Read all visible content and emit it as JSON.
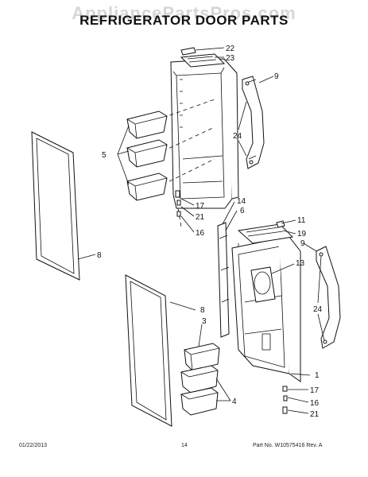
{
  "watermark": "AppliancePartsPros.com",
  "title": "REFRIGERATOR DOOR PARTS",
  "callouts": {
    "c22": "22",
    "c23": "23",
    "c9a": "9",
    "c24a": "24",
    "c5": "5",
    "c17a": "17",
    "c21a": "21",
    "c16a": "16",
    "c14": "14",
    "c6": "6",
    "c11": "11",
    "c19": "19",
    "c9b": "9",
    "c13": "13",
    "c8a": "8",
    "c8b": "8",
    "c3": "3",
    "c24b": "24",
    "c1": "1",
    "c17b": "17",
    "c16b": "16",
    "c21b": "21",
    "c4": "4"
  },
  "footer": {
    "date": "01/22/2013",
    "page": "14",
    "part_no": "Part No. W10575416  Rev. A"
  }
}
